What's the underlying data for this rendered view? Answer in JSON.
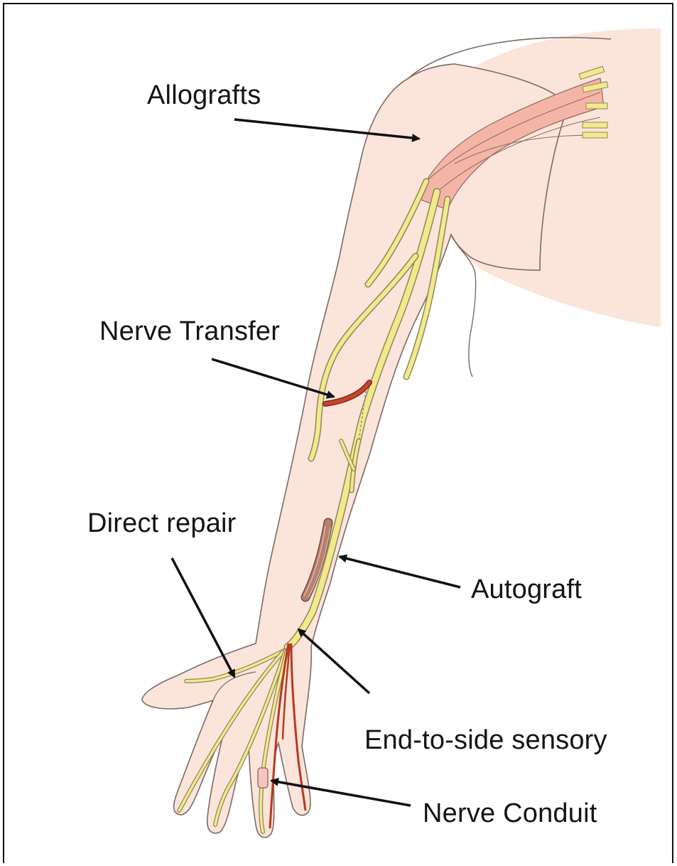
{
  "labels": {
    "allografts": "Allografts",
    "nerve_transfer": "Nerve Transfer",
    "direct_repair": "Direct repair",
    "autograft": "Autograft",
    "end_to_side": "End-to-side sensory",
    "nerve_conduit": "Nerve Conduit"
  },
  "colors": {
    "skin": "#fbe4da",
    "skin_outline": "#7a6a66",
    "nerve": "#f2e98a",
    "nerve_outline": "#8d8660",
    "allograft": "#f5b5a6",
    "transfer": "#c8452b",
    "autograft": "#b9806d",
    "sensory_red": "#b53a22",
    "conduit": "#f6c5c0",
    "arrow": "#111111"
  }
}
